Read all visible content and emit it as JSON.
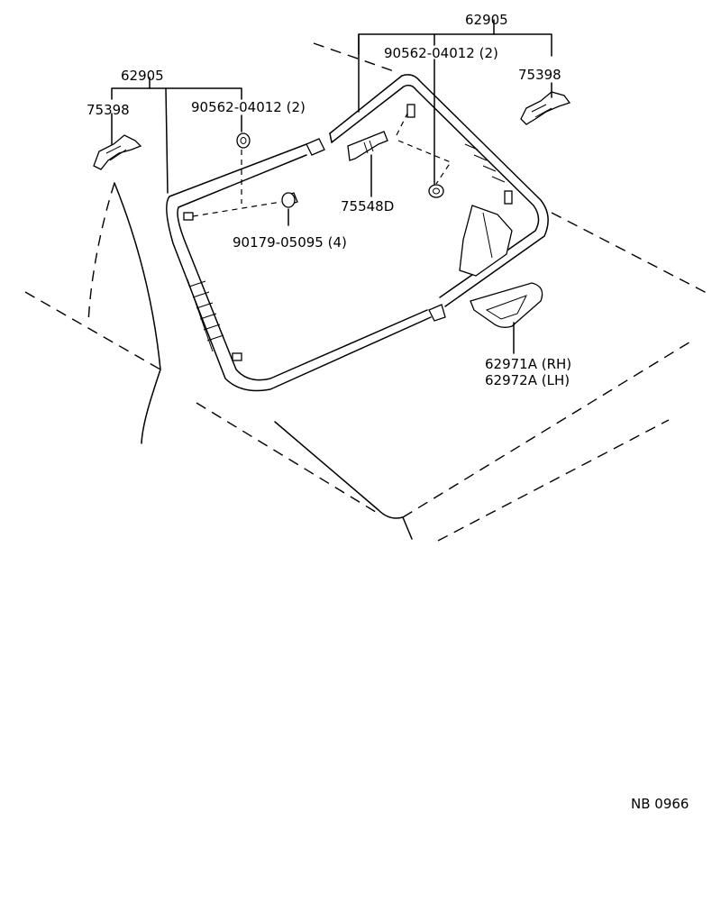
{
  "labels": {
    "moulding_left": "62905",
    "moulding_right": "62905",
    "clip_left": "75398",
    "clip_right": "75398",
    "nut_left": "90562-04012 (2)",
    "nut_right": "90562-04012 (2)",
    "bracket": "75548D",
    "spacer": "90179-05095 (4)",
    "stopper_rh": "62971A (RH)",
    "stopper_lh": "62972A (LH)",
    "drawing_no": "NB 0966"
  }
}
